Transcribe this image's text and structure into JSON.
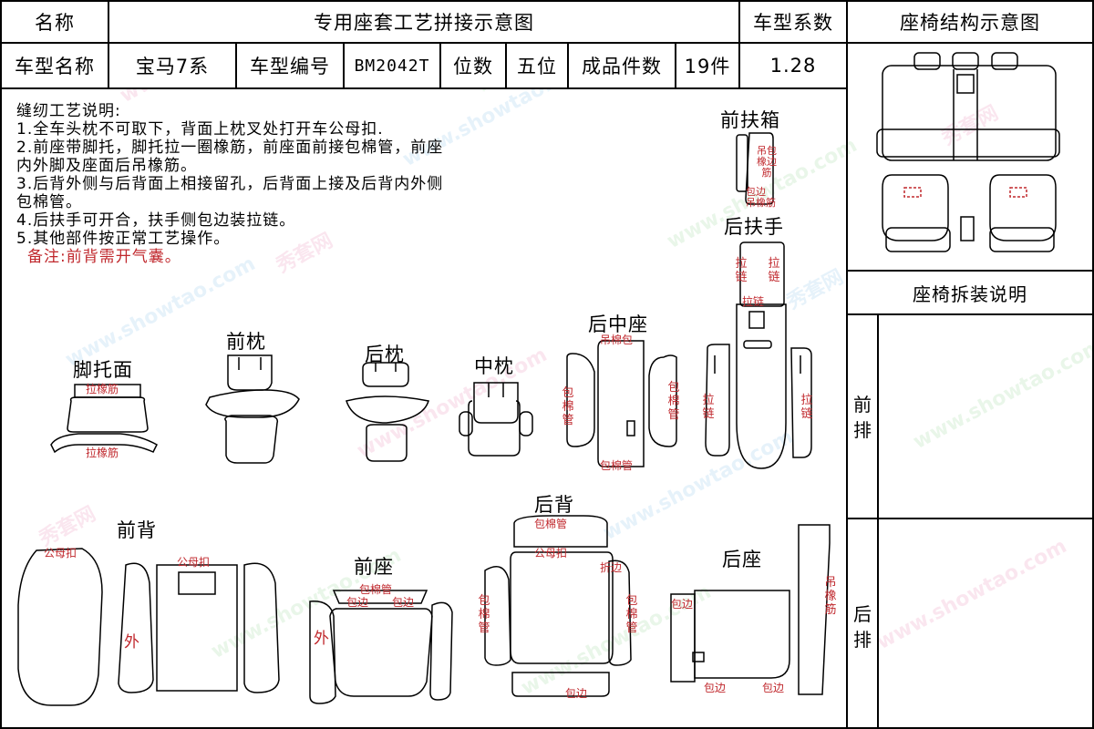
{
  "header": {
    "name_label": "名称",
    "title": "专用座套工艺拼接示意图",
    "coeff_label": "车型系数",
    "structure_title": "座椅结构示意图"
  },
  "info_row": {
    "model_name_label": "车型名称",
    "model_name": "宝马7系",
    "model_code_label": "车型编号",
    "model_code": "BM2042T",
    "seats_label": "位数",
    "seats": "五位",
    "pieces_label": "成品件数",
    "pieces": "19件",
    "coefficient": "1.28"
  },
  "notes": {
    "heading": "缝纫工艺说明:",
    "lines": [
      "1.全车头枕不可取下，背面上枕叉处打开车公母扣.",
      "2.前座带脚托，脚托拉一圈橡筋，前座面前接包棉管，前座",
      "内外脚及座面后吊橡筋。",
      "3.后背外侧与后背面上相接留孔，后背面上接及后背内外侧",
      "包棉管。",
      "4.后扶手可开合，扶手侧包边装拉链。",
      "5.其他部件按正常工艺操作。"
    ],
    "remark": "备注:前背需开气囊。"
  },
  "parts": {
    "front_armrest_box": "前扶箱",
    "rear_armrest": "后扶手",
    "footrest": "脚托面",
    "front_headrest": "前枕",
    "rear_headrest": "后枕",
    "middle_headrest": "中枕",
    "rear_middle_seat": "后中座",
    "front_back": "前背",
    "front_seat": "前座",
    "rear_back": "后背",
    "rear_seat": "后座"
  },
  "annotations": {
    "pull_elastic": "拉橡筋",
    "pull_elastic_2": "拉橡筋",
    "hanging_foam_pack": "吊棉包",
    "foam_tube": "包棉管",
    "foam_tube_2": "包棉管",
    "foam_tube_3": "包棉管",
    "snap_button": "公母扣",
    "snap_button_2": "公母扣",
    "snap_button_3": "公母扣",
    "binding_edge": "包边",
    "binding_edge_2": "包边",
    "binding_edge_3": "包边",
    "binding_edge_4": "包边",
    "binding_edge_5": "包边",
    "binding_edge_6": "包边",
    "fold_edge": "折边",
    "outer": "外",
    "outer_2": "外",
    "zipper": "拉链",
    "box_top_1": "吊包",
    "box_top_2": "橡边",
    "box_top_3": "筋",
    "box_bottom_1": "包边",
    "box_bottom_2": "吊橡筋",
    "zip_left": "拉链",
    "zip_right": "拉链",
    "zip_lower_left": "拉链",
    "zip_lower_right": "拉链",
    "foam_tube_left": "包棉管",
    "foam_tube_right": "包棉管",
    "rear_back_left": "包棉管",
    "rear_back_right": "包棉管",
    "rear_seat_elastic": "吊橡筋"
  },
  "right_panel": {
    "disassembly_title": "座椅拆装说明",
    "front_row": "前排",
    "rear_row": "后排"
  },
  "watermark": {
    "text_cn": "秀套网",
    "text_en": "www.showtao.com"
  },
  "colors": {
    "annotation_red": "#c0282d",
    "outline": "#000000"
  }
}
